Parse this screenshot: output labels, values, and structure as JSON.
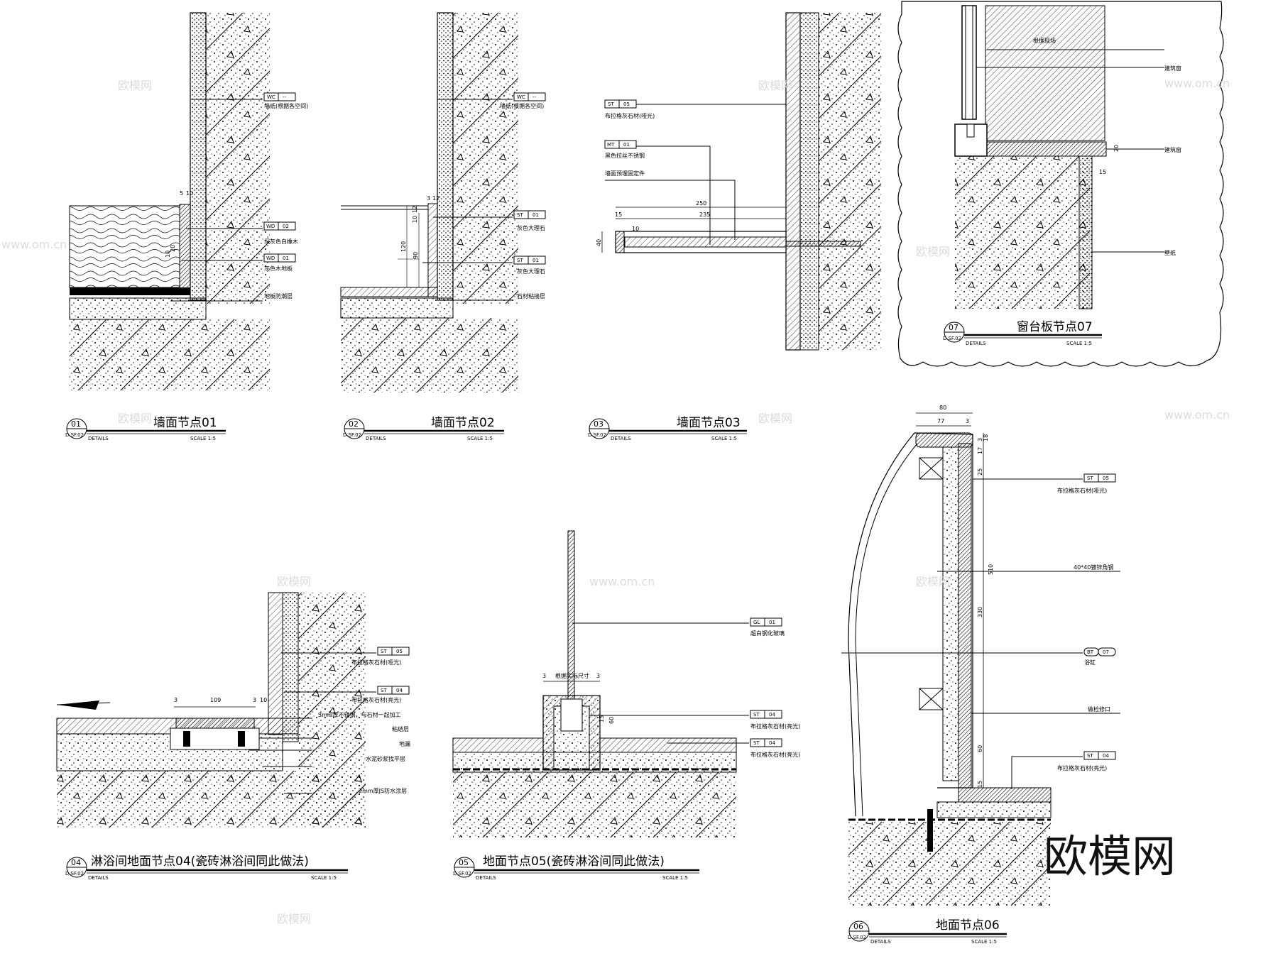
{
  "sheet": {
    "watermark_big": "欧模网",
    "watermark_small": "欧模网",
    "watermark_url": "www.om.cn"
  },
  "details": [
    {
      "id": "d01",
      "num": "01",
      "sheet_ref": "D.SF.02",
      "title": "墙面节点01",
      "details_label": "DETAILS",
      "scale": "SCALE  1:5",
      "tags": [
        {
          "code": "WC",
          "num": "--",
          "text": "墙纸(根据各空间)"
        },
        {
          "code": "WD",
          "num": "02",
          "text": "深灰色白橡木"
        },
        {
          "code": "WD",
          "num": "01",
          "text": "灰色木地板"
        }
      ],
      "notes": [
        "地板防潮层"
      ],
      "dims": [
        "5",
        "10",
        "20",
        "10"
      ]
    },
    {
      "id": "d02",
      "num": "02",
      "sheet_ref": "D.SF.02",
      "title": "墙面节点02",
      "details_label": "DETAILS",
      "scale": "SCALE  1:5",
      "tags": [
        {
          "code": "WC",
          "num": "--",
          "text": "墙纸(根据各空间)"
        },
        {
          "code": "ST",
          "num": "01",
          "text": "灰色大理石"
        },
        {
          "code": "ST",
          "num": "01",
          "text": "灰色大理石"
        }
      ],
      "notes": [
        "石材粘接层"
      ],
      "dims": [
        "3",
        "12",
        "10",
        "12",
        "120",
        "90"
      ]
    },
    {
      "id": "d03",
      "num": "03",
      "sheet_ref": "D.SF.02",
      "title": "墙面节点03",
      "details_label": "DETAILS",
      "scale": "SCALE  1:5",
      "tags": [
        {
          "code": "ST",
          "num": "05",
          "text": "布拉格灰石材(哑光)"
        },
        {
          "code": "MT",
          "num": "01",
          "text": "黑色拉丝不锈钢"
        }
      ],
      "notes": [
        "墙面预埋固定件"
      ],
      "dims": [
        "250",
        "235",
        "15",
        "10",
        "40"
      ]
    },
    {
      "id": "d04",
      "num": "04",
      "sheet_ref": "D.SF.02",
      "title": "淋浴间地面节点04(瓷砖淋浴间同此做法)",
      "details_label": "DETAILS",
      "scale": "SCALE  1:5",
      "tags": [
        {
          "code": "ST",
          "num": "05",
          "text": "布拉格灰石材(哑光)"
        },
        {
          "code": "ST",
          "num": "04",
          "text": "布拉格灰石材(亮光)"
        }
      ],
      "notes": [
        "3mm厚不锈钢，与石材一起加工",
        "粘结层",
        "地漏",
        "水泥砂浆找平层",
        "2mm厚JS防水涂层"
      ],
      "dims": [
        "3",
        "109",
        "3",
        "10"
      ]
    },
    {
      "id": "d05",
      "num": "05",
      "sheet_ref": "D.SF.02",
      "title": "地面节点05(瓷砖淋浴间同此做法)",
      "details_label": "DETAILS",
      "scale": "SCALE  1:5",
      "tags": [
        {
          "code": "GL",
          "num": "01",
          "text": "超白钢化玻璃"
        },
        {
          "code": "ST",
          "num": "04",
          "text": "布拉格灰石材(亮光)"
        },
        {
          "code": "ST",
          "num": "04",
          "text": "布拉格灰石材(亮光)"
        }
      ],
      "notes": [],
      "dims": [
        "3",
        "根据实际尺寸",
        "3",
        "15",
        "60"
      ]
    },
    {
      "id": "d06",
      "num": "06",
      "sheet_ref": "D.SF.02",
      "title": "地面节点06",
      "details_label": "DETAILS",
      "scale": "SCALE  1:5",
      "tags": [
        {
          "code": "ST",
          "num": "05",
          "text": "布拉格灰石材(哑光)"
        },
        {
          "code": "BT",
          "num": "07",
          "text": "浴缸"
        },
        {
          "code": "ST",
          "num": "04",
          "text": "布拉格灰石材(亮光)"
        }
      ],
      "notes": [
        "40*40镀锌角钢",
        "做检修口"
      ],
      "dims": [
        "80",
        "77",
        "3",
        "3",
        "17",
        "18",
        "25",
        "510",
        "330",
        "60",
        "15"
      ]
    },
    {
      "id": "d07",
      "num": "07",
      "sheet_ref": "D.SF.02",
      "title": "窗台板节点07",
      "details_label": "DETAILS",
      "scale": "SCALE  1:5",
      "tags": [],
      "notes": [
        "根据现场",
        "建筑窗",
        "建筑窗",
        "壁纸"
      ],
      "dims": [
        "20",
        "15"
      ]
    }
  ]
}
